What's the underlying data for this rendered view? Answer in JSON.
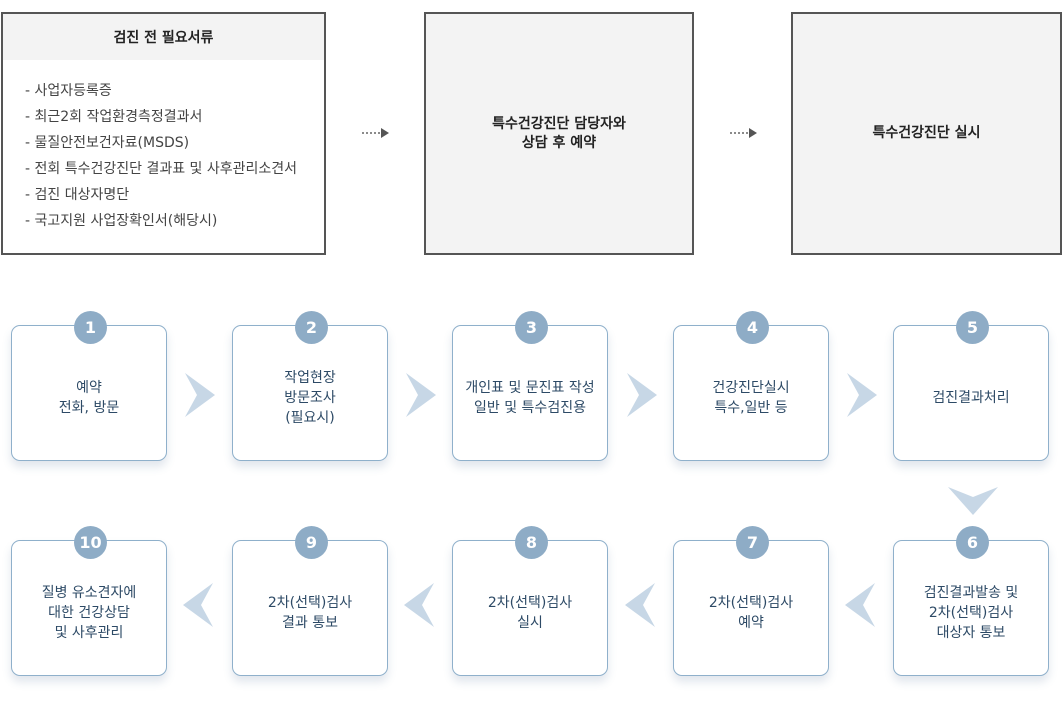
{
  "top": {
    "documents": {
      "title": "검진 전 필요서류",
      "items": [
        "- 사업자등록증",
        "- 최근2회 작업환경측정결과서",
        "- 물질안전보건자료(MSDS)",
        "- 전회 특수건강진단 결과표 및 사후관리소견서",
        "- 검진 대상자명단",
        "- 국고지원 사업장확인서(해당시)"
      ]
    },
    "consult": "특수건강진단 담당자와\n상담 후 예약",
    "exam": "특수건강진단 실시"
  },
  "steps": [
    {
      "num": "1",
      "label": "예약\n전화, 방문"
    },
    {
      "num": "2",
      "label": "작업현장\n방문조사\n(필요시)"
    },
    {
      "num": "3",
      "label": "개인표 및 문진표 작성\n일반 및 특수검진용"
    },
    {
      "num": "4",
      "label": "건강진단실시\n특수,일반 등"
    },
    {
      "num": "5",
      "label": "검진결과처리"
    },
    {
      "num": "6",
      "label": "검진결과발송 및\n2차(선택)검사\n대상자 통보"
    },
    {
      "num": "7",
      "label": "2차(선택)검사\n예약"
    },
    {
      "num": "8",
      "label": "2차(선택)검사\n실시"
    },
    {
      "num": "9",
      "label": "2차(선택)검사\n결과 통보"
    },
    {
      "num": "10",
      "label": "질병 유소견자에\n대한 건강상담\n및 사후관리"
    }
  ],
  "colors": {
    "badge": "#8eacc6",
    "border": "#8fb0cb",
    "text": "#2d4a66",
    "chevron": "#c7d7e6"
  },
  "icons": {
    "dotted_arrow": "dotted-arrow-right-icon",
    "chevron_right": "chevron-right-icon",
    "chevron_left": "chevron-left-icon",
    "chevron_down": "chevron-down-icon"
  }
}
